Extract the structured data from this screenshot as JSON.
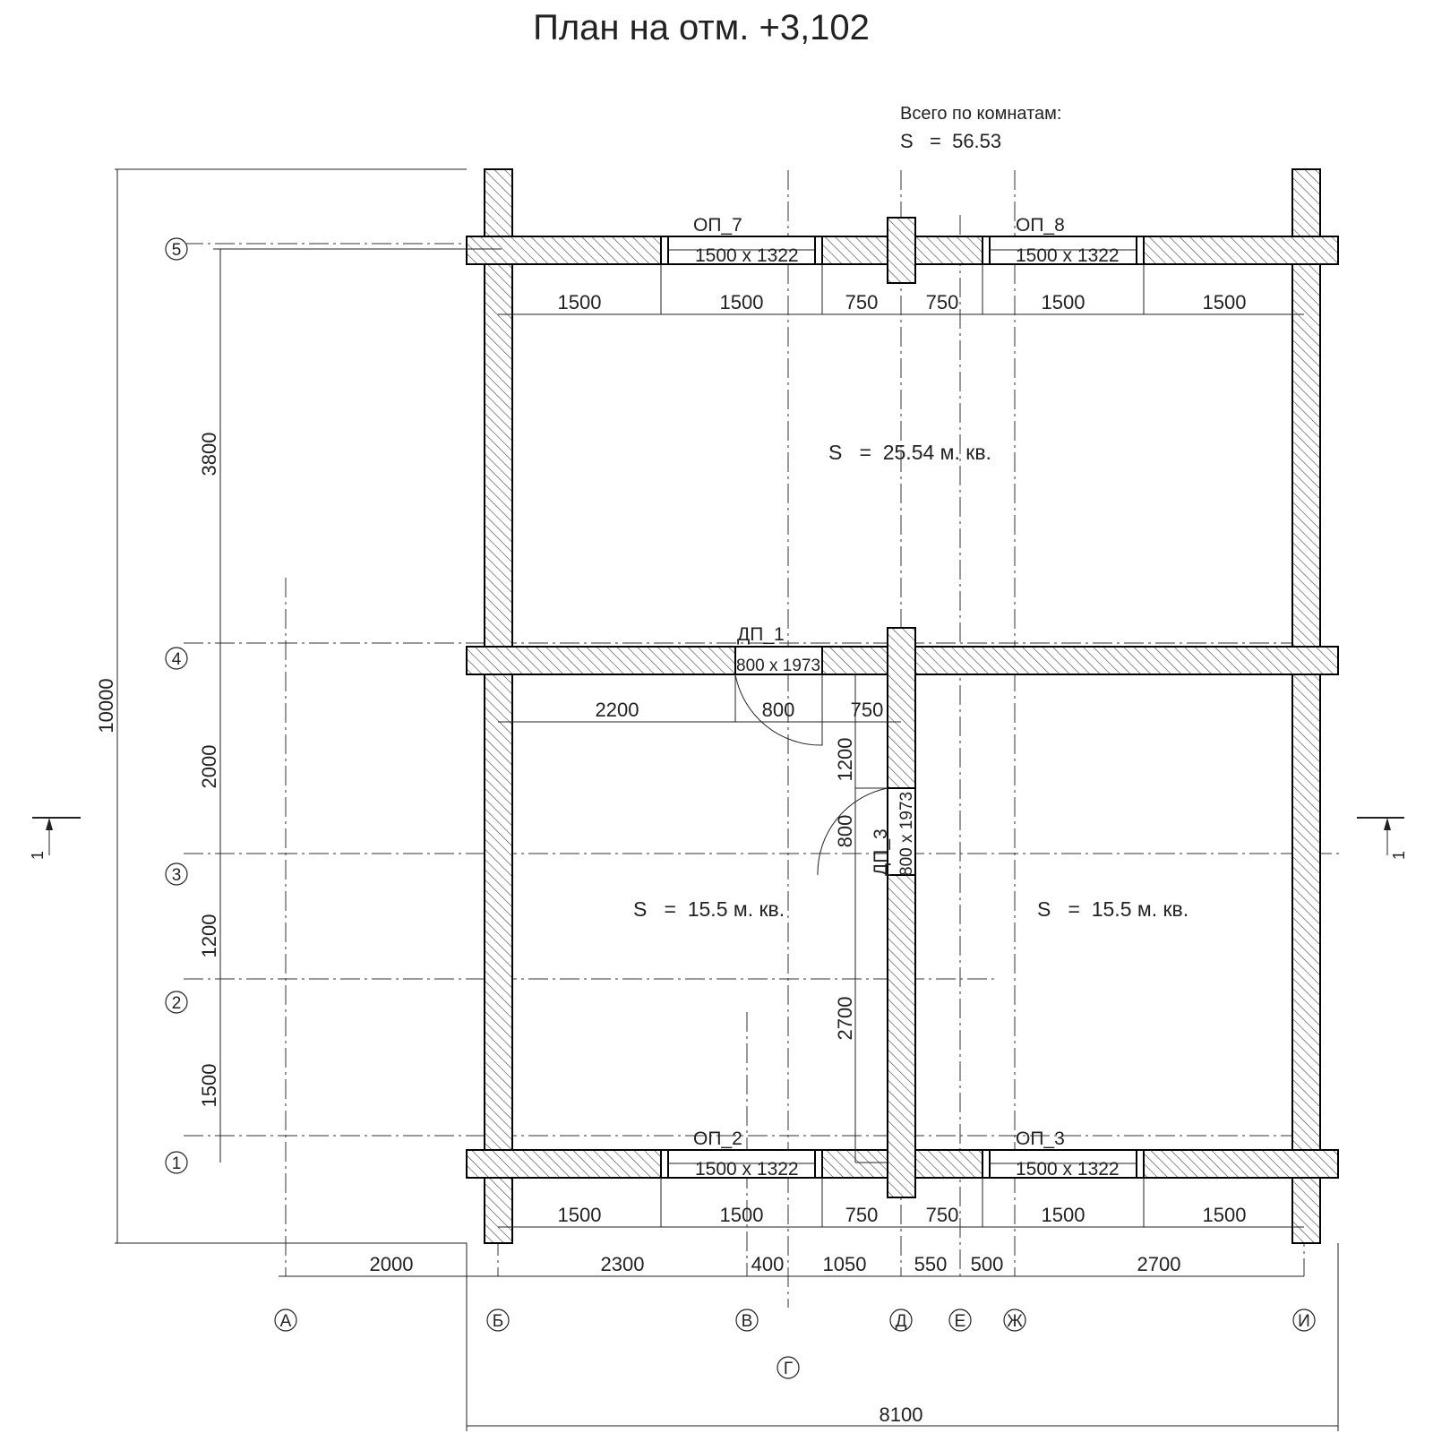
{
  "title": "План на отм. +3,102",
  "summary": {
    "label": "Всего по комнатам:",
    "value": "S   =  56.53"
  },
  "rooms": [
    {
      "area": "S   =  25.54 м. кв."
    },
    {
      "area": "S   =  15.5 м. кв."
    },
    {
      "area": "S   =  15.5 м. кв."
    }
  ],
  "openings": [
    {
      "name": "ОП_7",
      "size": "1500 x 1322"
    },
    {
      "name": "ОП_8",
      "size": "1500 x 1322"
    },
    {
      "name": "ОП_2",
      "size": "1500 x 1322"
    },
    {
      "name": "ОП_3",
      "size": "1500 x 1322"
    },
    {
      "name": "ДП_1",
      "size": "800 x 1973"
    },
    {
      "name": "ДП_3",
      "size": "800 x 1973"
    }
  ],
  "axes_rows": [
    "1",
    "2",
    "3",
    "4",
    "5"
  ],
  "axes_cols": [
    "А",
    "Б",
    "В",
    "Г",
    "Д",
    "Е",
    "Ж",
    "И"
  ],
  "dims": {
    "top": [
      "1500",
      "1500",
      "750",
      "750",
      "1500",
      "1500"
    ],
    "bottom": [
      "1500",
      "1500",
      "750",
      "750",
      "1500",
      "1500"
    ],
    "axes": [
      "2000",
      "2300",
      "400",
      "1050",
      "550",
      "500",
      "2700"
    ],
    "left": [
      "3800",
      "2000",
      "1200",
      "1500"
    ],
    "overall_height": "10000",
    "overall_width": "8100",
    "interior_h": [
      "2200",
      "800",
      "750"
    ],
    "interior_v": [
      "1200",
      "800",
      "2700"
    ]
  },
  "section": "1"
}
